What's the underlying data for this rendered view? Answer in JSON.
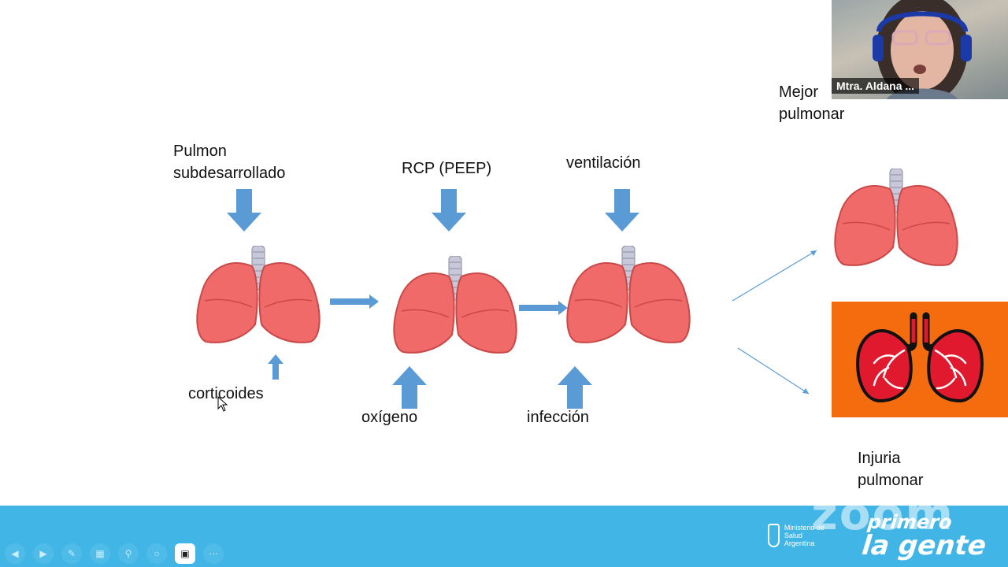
{
  "slide": {
    "labels": {
      "pulmon_line1": "Pulmon",
      "pulmon_line2": "subdesarrollado",
      "rcp": "RCP (PEEP)",
      "ventilacion": "ventilación",
      "corticoides": "corticoides",
      "oxigeno": "oxígeno",
      "infeccion": "infección",
      "mejor_line1": "Mejor",
      "mejor_line2": "pulmonar",
      "injuria_line1": "Injuria",
      "injuria_line2": "pulmonar"
    },
    "colors": {
      "arrow": "#5b9bd5",
      "lung": "#f06a6a",
      "trachea": "#c8c8d8",
      "injury_bg": "#f46c0e",
      "injury_lung": "#e0192e",
      "footer": "#41b6e6"
    }
  },
  "video": {
    "participant_name": "Mtra. Aldana ..."
  },
  "footer": {
    "zoom_watermark": "zoom",
    "ministerio_line1": "Ministerio de Salud",
    "ministerio_line2": "Argentina",
    "brand_line1": "primero",
    "brand_line2": "la gente"
  },
  "toolbar": {
    "icons": [
      "prev-icon",
      "next-icon",
      "pen-icon",
      "slides-icon",
      "zoom-icon",
      "blank-icon",
      "camera-icon",
      "more-icon"
    ]
  }
}
